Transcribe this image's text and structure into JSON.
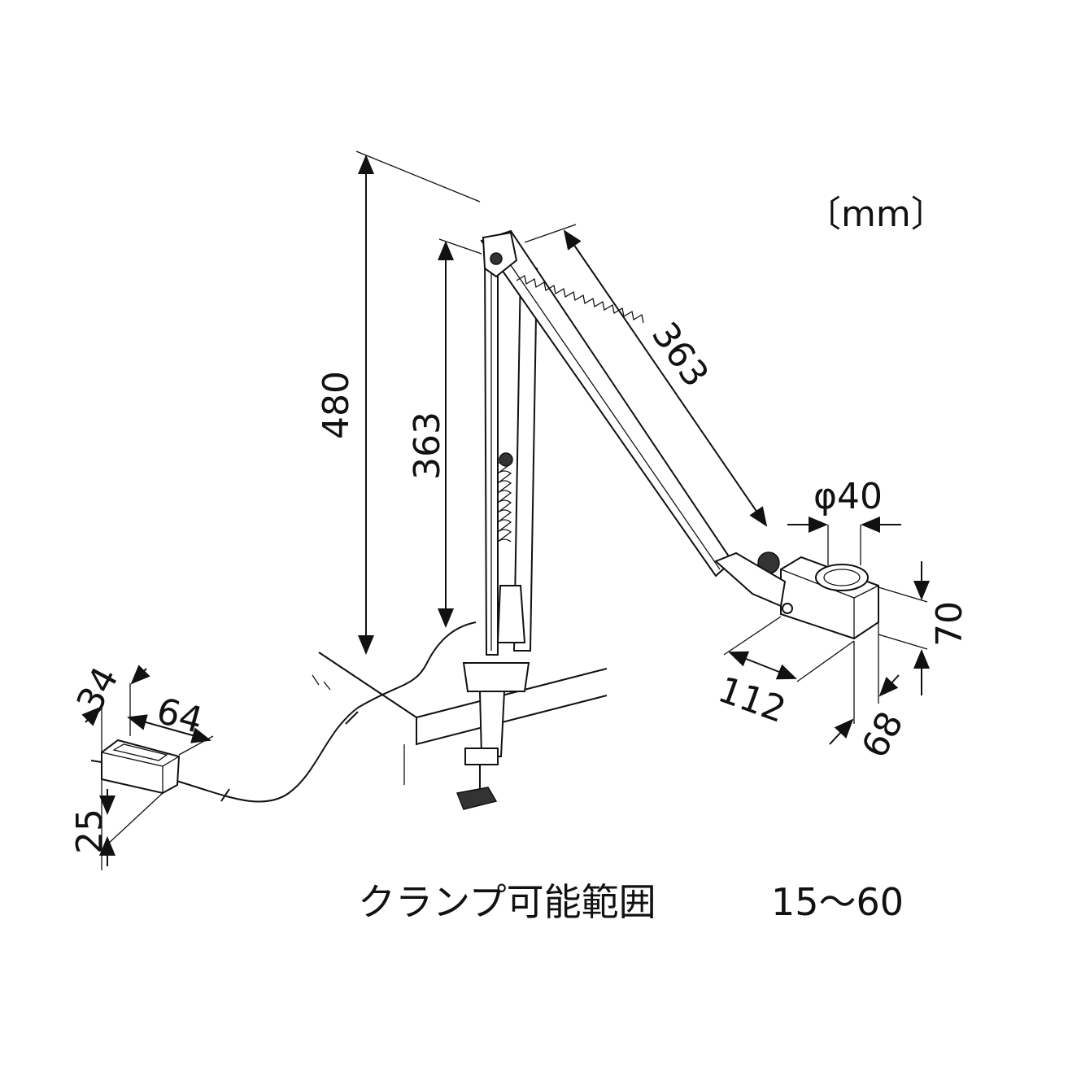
{
  "unit_label": "〔mm〕",
  "dimensions": {
    "total_height": "480",
    "lower_arm": "363",
    "upper_arm": "363",
    "lens_diameter": "φ40",
    "head_height": "70",
    "head_length": "112",
    "head_width": "68",
    "adapter_depth": "34",
    "adapter_width": "64",
    "adapter_height": "25"
  },
  "caption": {
    "label": "クランプ可能範囲",
    "range": "15〜60"
  }
}
